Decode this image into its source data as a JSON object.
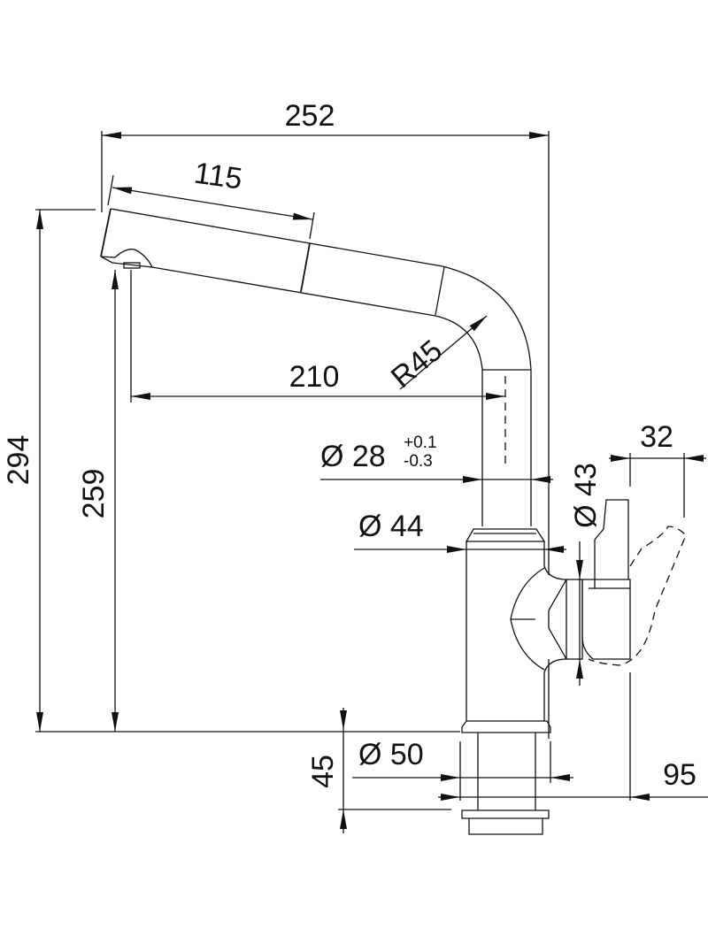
{
  "drawing": {
    "dimensions": {
      "overall_width": "252",
      "spray_head_length": "115",
      "spout_reach": "210",
      "bend_radius": "R45",
      "total_height": "294",
      "outlet_height": "259",
      "tube_diameter": "Ø 28",
      "tube_tolerance_upper": "+0.1",
      "tube_tolerance_lower": "-0.3",
      "collar_diameter": "Ø 44",
      "handle_hub_diameter": "Ø 43",
      "handle_width": "32",
      "mount_diameter": "Ø 50",
      "mount_height": "45",
      "handle_projection": "95"
    }
  }
}
